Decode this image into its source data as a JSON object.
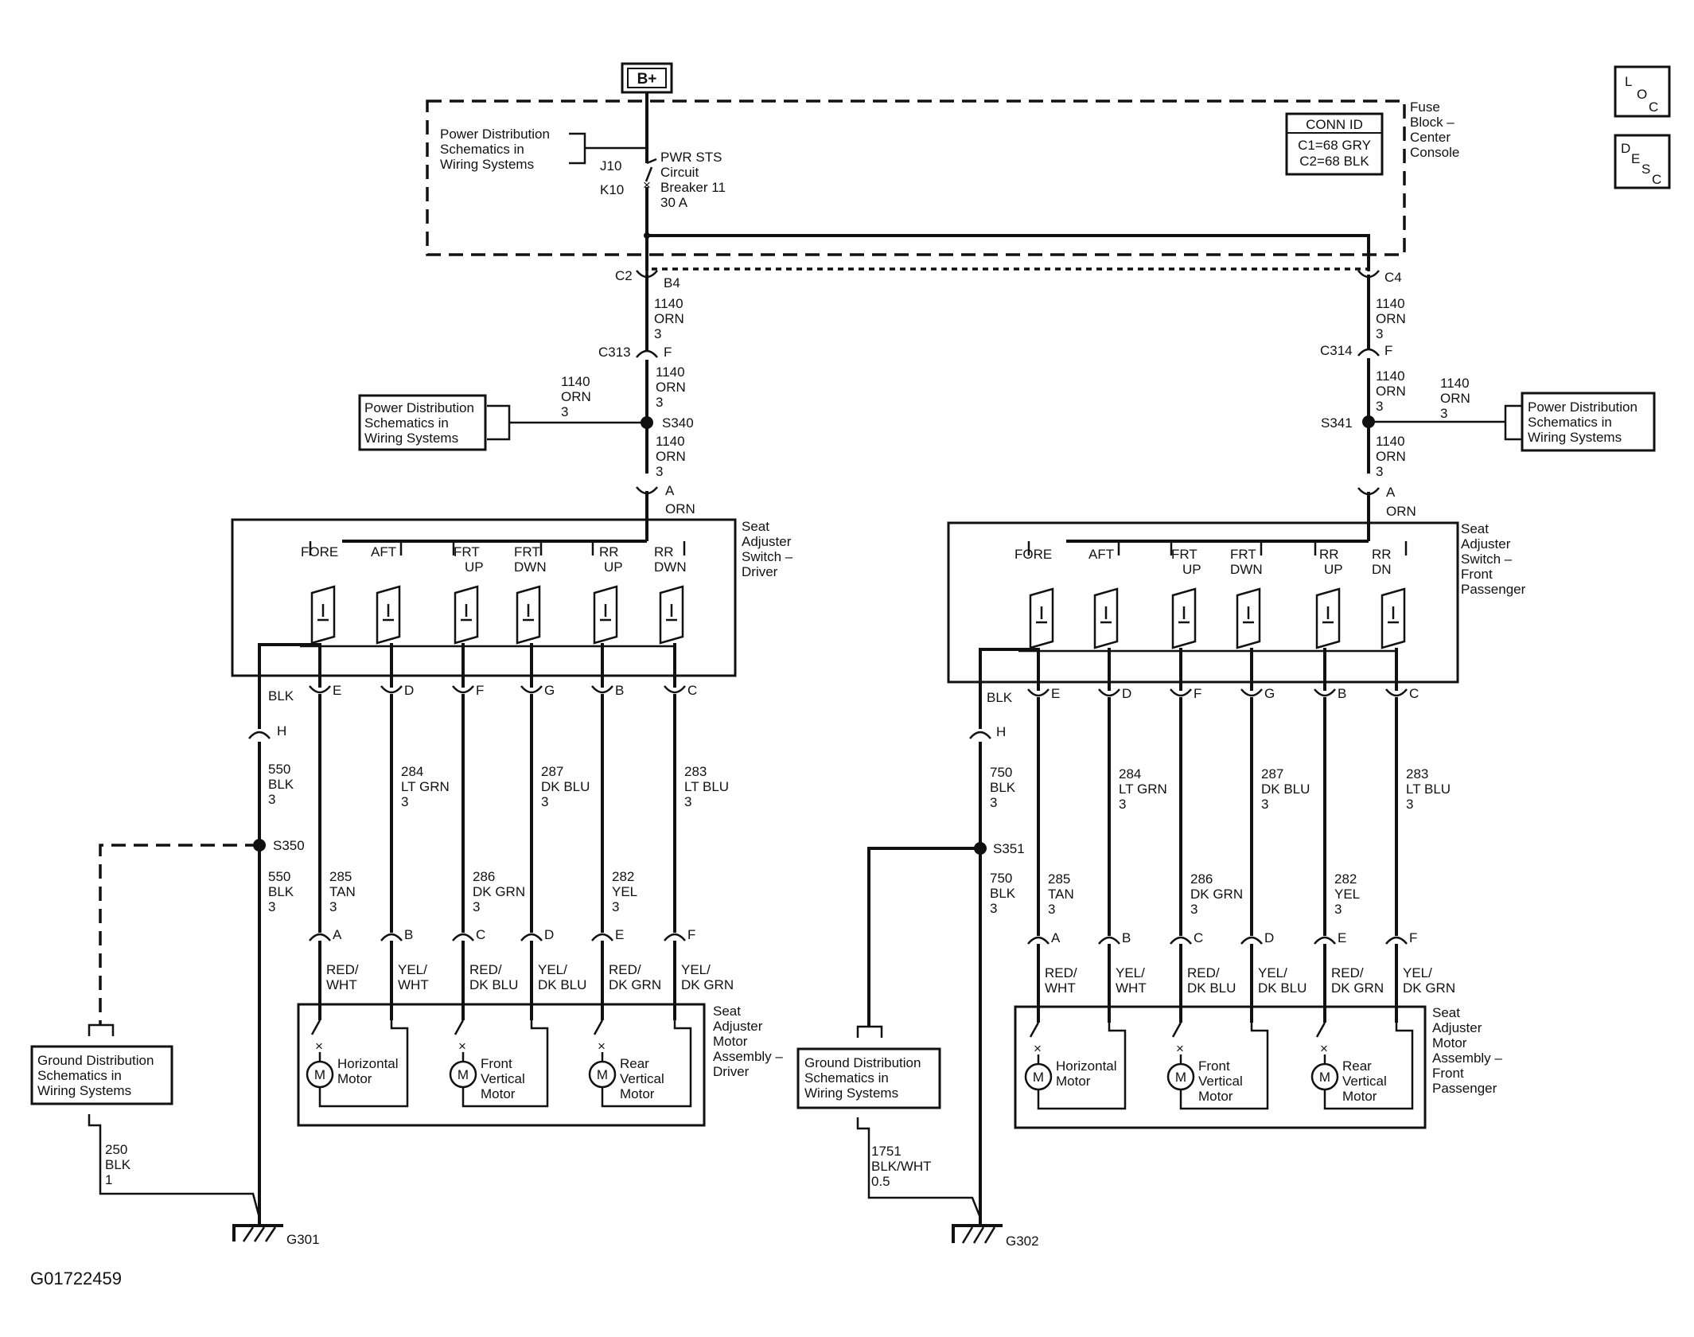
{
  "image_id_label": "G01722459",
  "battery": "B+",
  "loc_icon": {
    "l": "L",
    "o": "O",
    "c": "C"
  },
  "desc_icon": {
    "d": "D",
    "e": "E",
    "s": "S",
    "c": "C"
  },
  "fuse_block": {
    "label": [
      "Fuse",
      "Block –",
      "Center",
      "Console"
    ],
    "conn_id_title": "CONN ID",
    "conn_c1": "C1=68 GRY",
    "conn_c2": "C2=68 BLK",
    "breaker": [
      "PWR STS",
      "Circuit",
      "Breaker 11",
      "30 A"
    ],
    "j10": "J10",
    "k10": "K10"
  },
  "ref_power": [
    "Power Distribution",
    "Schematics in",
    "Wiring  Systems"
  ],
  "ref_ground": [
    "Ground Distribution",
    "Schematics in",
    "Wiring Systems"
  ],
  "connectors": {
    "c2": "C2",
    "b4": "B4",
    "c4": "C4",
    "c313": "C313",
    "c314": "C314",
    "f": "F",
    "a": "A"
  },
  "wire_orn": [
    "1140",
    "ORN",
    "3"
  ],
  "orn": "ORN",
  "splices": {
    "s340": "S340",
    "s341": "S341",
    "s350": "S350",
    "s351": "S351"
  },
  "switch_driver": {
    "label": [
      "Seat",
      "Adjuster",
      "Switch –",
      "Driver"
    ],
    "positions": [
      "FORE",
      "AFT",
      "FRT UP",
      "FRT DWN",
      "RR UP",
      "RR DWN"
    ]
  },
  "switch_pass": {
    "label": [
      "Seat",
      "Adjuster",
      "Switch –",
      "Front",
      "Passenger"
    ],
    "positions": [
      "FORE",
      "AFT",
      "FRT UP",
      "FRT DWN",
      "RR UP",
      "RR DN"
    ]
  },
  "pins_top": [
    "E",
    "D",
    "F",
    "G",
    "B",
    "C"
  ],
  "pins_bottom": [
    "A",
    "B",
    "C",
    "D",
    "E",
    "F"
  ],
  "blk": "BLK",
  "h_pin": "H",
  "wires_upper": [
    [
      "284",
      "LT GRN",
      "3"
    ],
    [
      "287",
      "DK BLU",
      "3"
    ],
    [
      "283",
      "LT BLU",
      "3"
    ]
  ],
  "wires_lower": [
    [
      "285",
      "TAN",
      "3"
    ],
    [
      "286",
      "DK GRN",
      "3"
    ],
    [
      "282",
      "YEL",
      "3"
    ]
  ],
  "driver_ground_wire": [
    "550",
    "BLK",
    "3"
  ],
  "pass_ground_wire": [
    "750",
    "BLK",
    "3"
  ],
  "motor_wire_colors": [
    [
      "RED/",
      "WHT"
    ],
    [
      "YEL/",
      "WHT"
    ],
    [
      "RED/",
      "DK BLU"
    ],
    [
      "YEL/",
      "DK BLU"
    ],
    [
      "RED/",
      "DK GRN"
    ],
    [
      "YEL/",
      "DK GRN"
    ]
  ],
  "motors": [
    [
      "Horizontal",
      "Motor"
    ],
    [
      "Front",
      "Vertical",
      "Motor"
    ],
    [
      "Rear",
      "Vertical",
      "Motor"
    ]
  ],
  "motor_symbol": "M",
  "motor_assy_driver": [
    "Seat",
    "Adjuster",
    "Motor",
    "Assembly –",
    "Driver"
  ],
  "motor_assy_pass": [
    "Seat",
    "Adjuster",
    "Motor",
    "Assembly –",
    "Front",
    "Passenger"
  ],
  "ground_wire_driver": [
    "250",
    "BLK",
    "1"
  ],
  "ground_wire_pass": [
    "1751",
    "BLK/WHT",
    "0.5"
  ],
  "grounds": {
    "g301": "G301",
    "g302": "G302"
  }
}
